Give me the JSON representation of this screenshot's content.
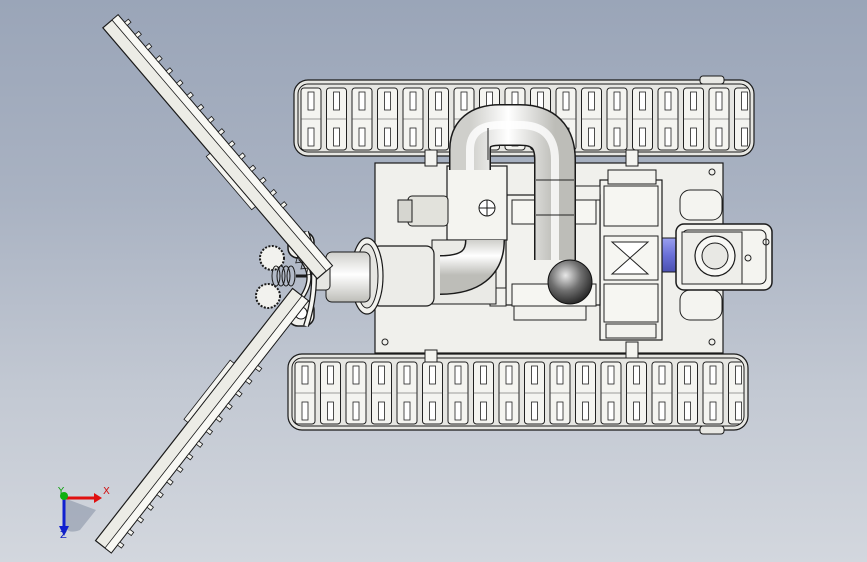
{
  "scene": {
    "description_free": true,
    "colors": {
      "background_top": "#9aa5b8",
      "background_bottom": "#d3d7de",
      "part_fill": "#eeeeea",
      "part_outline": "#1a1a1a",
      "track_fill": "#f2f2ee",
      "coupler_blue": "#7a80e0",
      "axis_x": "#e01010",
      "axis_y": "#10b010",
      "axis_z": "#1020d0"
    },
    "icons": [
      "triad-icon"
    ]
  },
  "triad": {
    "x_label": "X",
    "y_label": "Y",
    "z_label": "Z"
  }
}
